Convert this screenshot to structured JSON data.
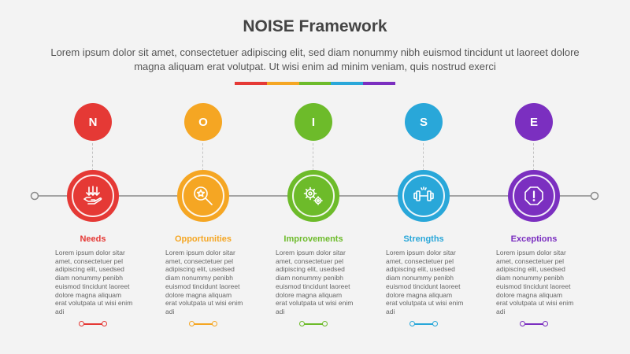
{
  "header": {
    "title": "NOISE Framework",
    "subtitle": "Lorem ipsum dolor sit amet, consectetuer adipiscing elit, sed diam nonummy nibh euismod tincidunt ut laoreet dolore magna aliquam erat volutpat. Ut wisi enim ad minim veniam, quis nostrud exerci"
  },
  "rainbow_colors": [
    "#e53935",
    "#f5a623",
    "#6dbb2a",
    "#29a7d9",
    "#7b2fc0"
  ],
  "steps": [
    {
      "letter": "N",
      "label": "Needs",
      "color": "#e53935",
      "icon": "hand-down-arrows-icon",
      "text": "Lorem ipsum dolor sitar amet, consectetuer pel adipiscing elit, usedsed diam nonummy penibh euismod tincidunt laoreet dolore magna aliquam erat volutpata ut wisi enim adi"
    },
    {
      "letter": "O",
      "label": "Opportunities",
      "color": "#f5a623",
      "icon": "magnifier-star-icon",
      "text": "Lorem ipsum dolor sitar amet, consectetuer pel adipiscing elit, usedsed diam nonummy penibh euismod tincidunt laoreet dolore magna aliquam erat volutpata ut wisi enim adi"
    },
    {
      "letter": "I",
      "label": "Improvements",
      "color": "#6dbb2a",
      "icon": "gears-icon",
      "text": "Lorem ipsum dolor sitar amet, consectetuer pel adipiscing elit, usedsed diam nonummy penibh euismod tincidunt laoreet dolore magna aliquam erat volutpata ut wisi enim adi"
    },
    {
      "letter": "S",
      "label": "Strengths",
      "color": "#29a7d9",
      "icon": "dumbbell-icon",
      "text": "Lorem ipsum dolor sitar amet, consectetuer pel adipiscing elit, usedsed diam nonummy penibh euismod tincidunt laoreet dolore magna aliquam erat volutpata ut wisi enim adi"
    },
    {
      "letter": "E",
      "label": "Exceptions",
      "color": "#7b2fc0",
      "icon": "octagon-exclamation-icon",
      "text": "Lorem ipsum dolor sitar amet, consectetuer pel adipiscing elit, usedsed diam nonummy penibh euismod tincidunt laoreet dolore magna aliquam erat volutpata ut wisi enim adi"
    }
  ],
  "timeline_color": "#8a8a8a"
}
